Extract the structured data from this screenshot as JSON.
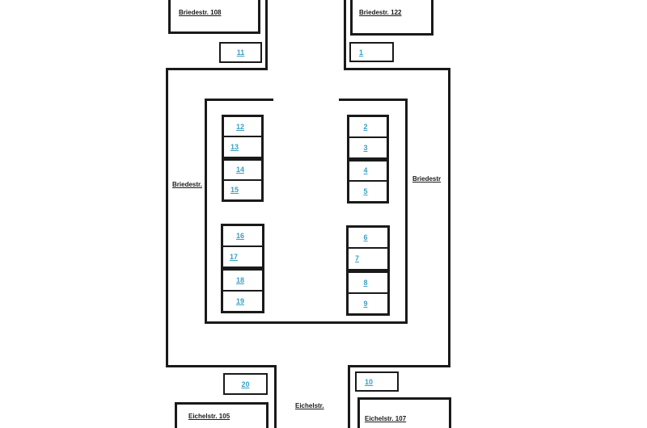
{
  "street_labels": {
    "left": "Briedestr.",
    "right": "Briedestr",
    "bottom": "Eichelstr."
  },
  "buildings": {
    "top_left": "Briedestr. 108",
    "top_right": "Briedestr. 122",
    "bottom_left": "Eichelstr. 105",
    "bottom_right": "Eichelstr. 107"
  },
  "spots": {
    "s11": "11",
    "s1": "1",
    "s20": "20",
    "s10": "10",
    "left_top": [
      "12",
      "13",
      "14",
      "15"
    ],
    "right_top": [
      "2",
      "3",
      "4",
      "5"
    ],
    "left_bottom": [
      "16",
      "17",
      "18",
      "19"
    ],
    "right_bottom": [
      "6",
      "7",
      "8",
      "9"
    ]
  },
  "colors": {
    "spot_link": "#3b9fc4",
    "outline": "#1a1a1a",
    "background": "#ffffff"
  }
}
